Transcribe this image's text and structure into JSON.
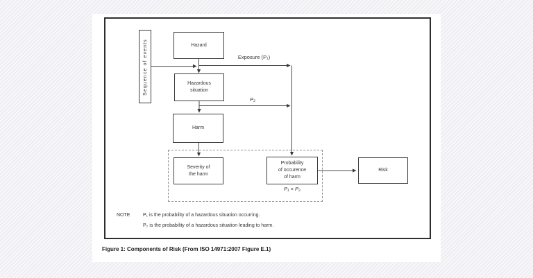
{
  "figure": {
    "caption": "Figure 1: Components of Risk (From ISO 14971:2007 Figure E.1)",
    "sequence_axis": "Sequence of events",
    "nodes": {
      "hazard": "Hazard",
      "hazardous_situation": "Hazardous\nsituation",
      "harm": "Harm",
      "severity": "Severity of\nthe harm",
      "probability": "Probability\nof occurence\nof harm",
      "probability_formula": "P₁ × P₂",
      "risk": "Risk"
    },
    "edge_labels": {
      "exposure": "Exposure (P₁)",
      "p2": "P₂"
    },
    "note": {
      "label": "NOTE",
      "lines": [
        "P₁ is the probability of a hazardous situation occurring.",
        "P₂ is the probability of a hazardous situation leading to harm."
      ]
    },
    "colors": {
      "background": "#f1f1f5",
      "page": "#ffffff",
      "frame": "#2e2e2e",
      "line": "#4a4a4a",
      "text": "#333333"
    }
  }
}
